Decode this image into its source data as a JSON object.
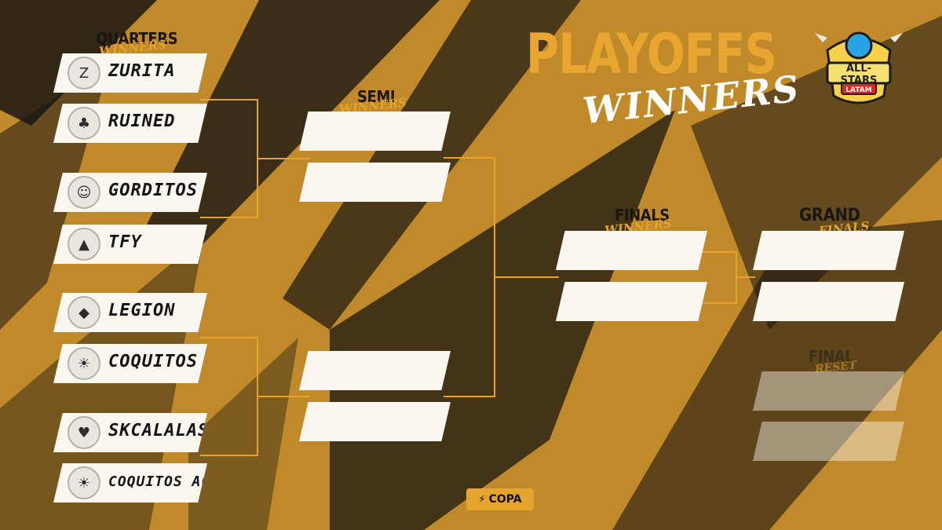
{
  "title": {
    "main": "PLAYOFFS",
    "sub": "WINNERS"
  },
  "badge": {
    "label": "ALL-STARS",
    "sub": "LATAM"
  },
  "stages": {
    "quarters": {
      "main": "QUARTERS",
      "sub": "WINNERS"
    },
    "semi": {
      "main": "SEMI",
      "sub": "WINNERS"
    },
    "finals": {
      "main": "FINALS",
      "sub": "WINNERS"
    },
    "grand": {
      "main": "GRAND",
      "sub": "FINALS"
    },
    "final_reset": {
      "main": "FINAL",
      "sub": "RESET"
    }
  },
  "teams": [
    {
      "name": "ZURITA",
      "icon": "zurita-logo-icon"
    },
    {
      "name": "RUINED",
      "icon": "ruined-logo-icon"
    },
    {
      "name": "GORDITOS",
      "icon": "gorditos-logo-icon"
    },
    {
      "name": "TFY",
      "icon": "tfy-logo-icon"
    },
    {
      "name": "LEGION",
      "icon": "legion-logo-icon"
    },
    {
      "name": "COQUITOS",
      "icon": "coquitos-logo-icon"
    },
    {
      "name": "SKCALALAS",
      "icon": "skcalalas-logo-icon"
    },
    {
      "name": "COQUITOS AC",
      "icon": "coquitos-ac-logo-icon"
    }
  ],
  "sponsor": {
    "label": "COPA"
  },
  "colors": {
    "accent": "#e8a630",
    "background": "#c08a2a",
    "dark": "#1a1612",
    "slot": "#faf6f0"
  }
}
